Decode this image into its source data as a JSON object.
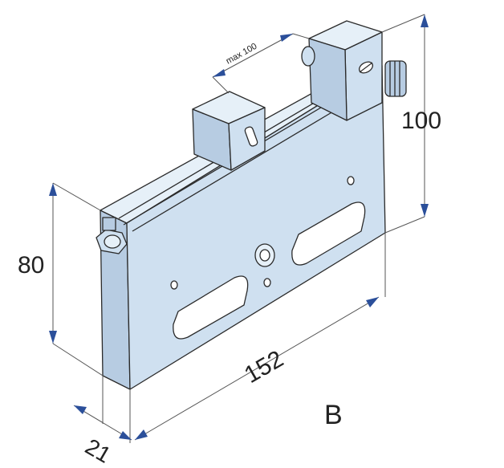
{
  "figure": {
    "label": "B",
    "dimensions": {
      "height_left": "80",
      "height_right": "100",
      "length": "152",
      "thickness": "21",
      "jaw_opening": "max 100"
    }
  },
  "colors": {
    "body_front": "#cfe0f0",
    "body_top": "#e6f0f8",
    "body_side": "#b7cce2",
    "outline": "#2a2a2a",
    "arrow": "#2b4f9a",
    "dim_line": "#555555"
  }
}
